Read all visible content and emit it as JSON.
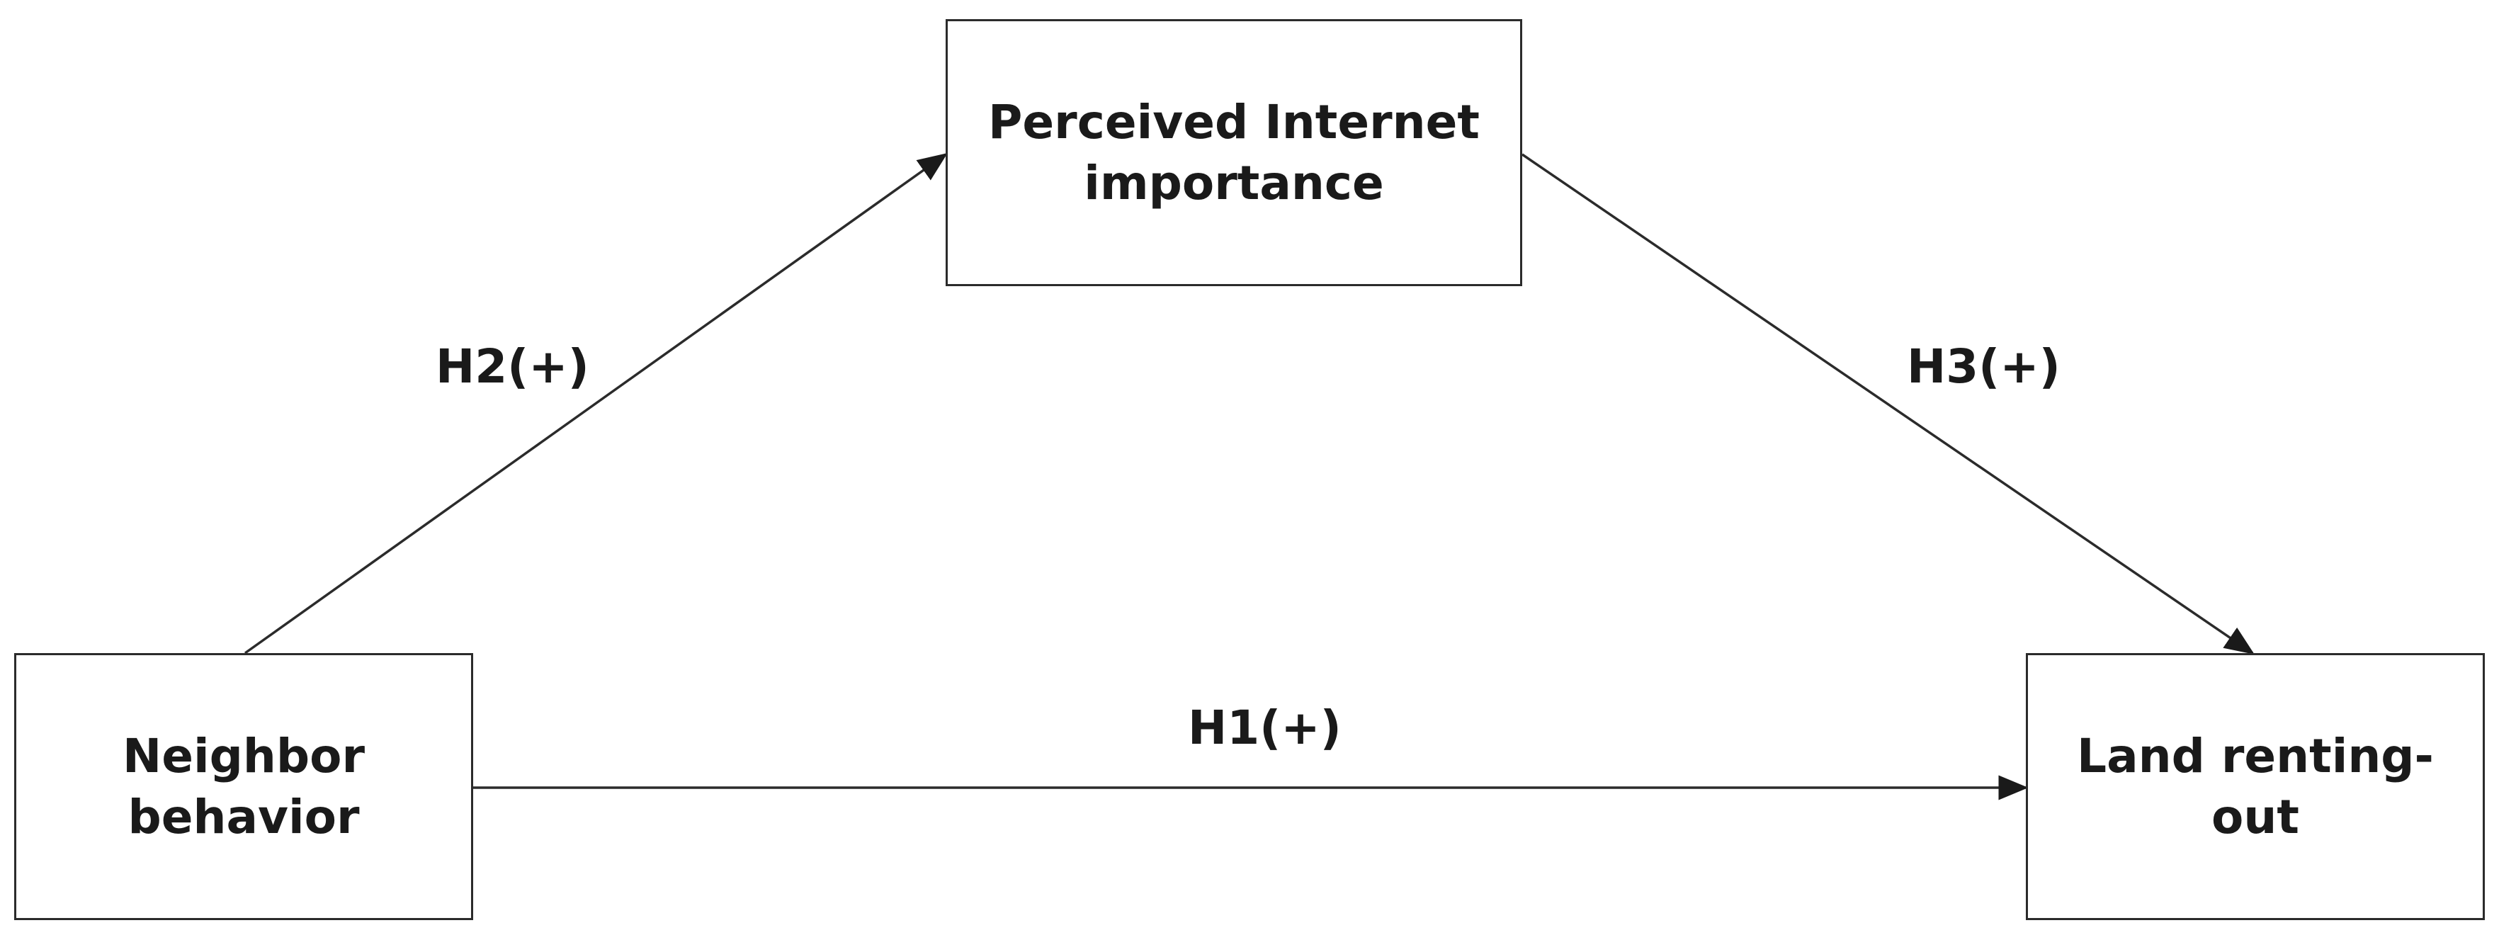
{
  "nodes": {
    "mediator": {
      "line1": "Perceived Internet",
      "line2": "importance"
    },
    "independent": {
      "line1": "Neighbor",
      "line2": "behavior"
    },
    "dependent": {
      "line1": "Land renting-",
      "line2": "out"
    }
  },
  "paths": {
    "h1": {
      "label": "H1(+)",
      "from": "Neighbor behavior",
      "to": "Land renting-out"
    },
    "h2": {
      "label": "H2(+)",
      "from": "Neighbor behavior",
      "to": "Perceived Internet importance"
    },
    "h3": {
      "label": "H3(+)",
      "from": "Perceived Internet importance",
      "to": "Land renting-out"
    }
  },
  "colors": {
    "line": "#2b2b2b",
    "text": "#1a1a1a",
    "background": "#ffffff"
  }
}
